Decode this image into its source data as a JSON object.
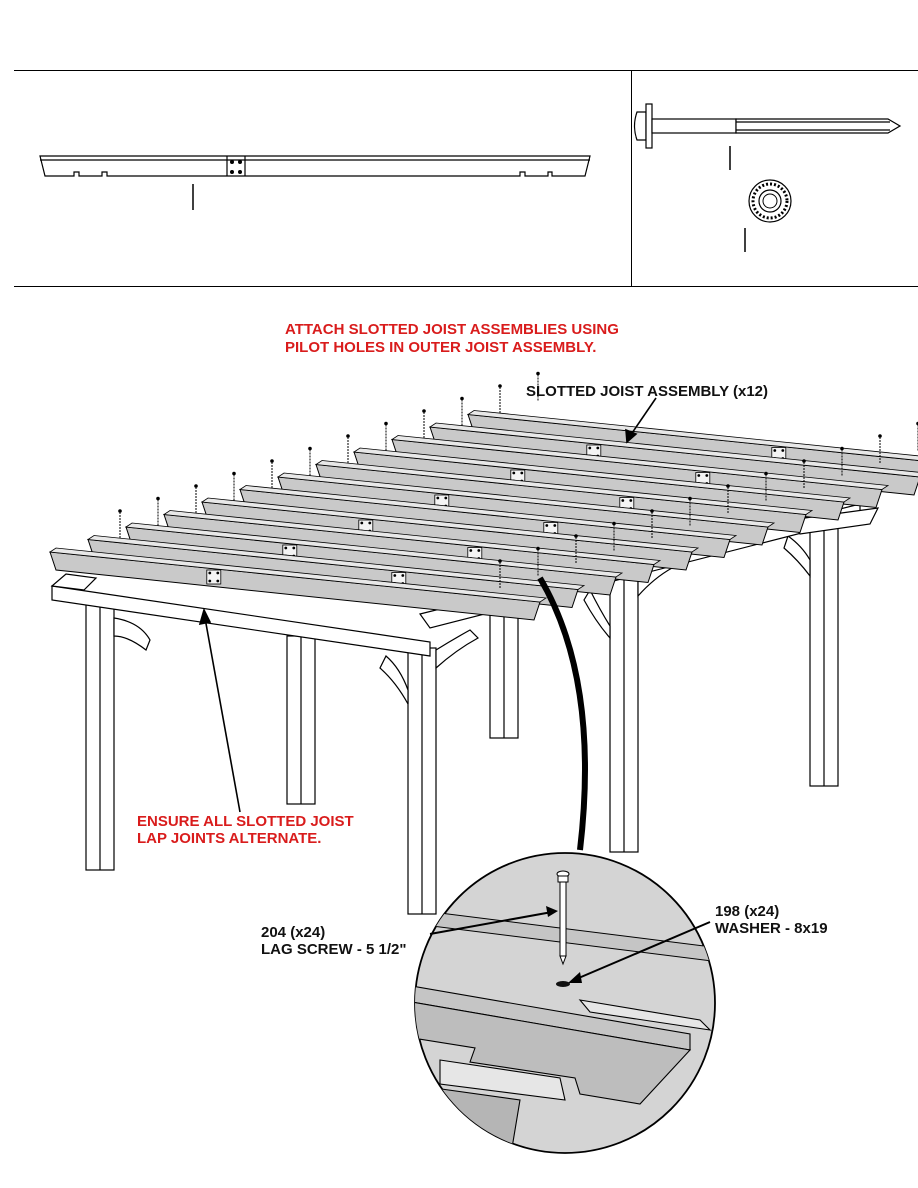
{
  "instructions": {
    "line1": "ATTACH SLOTTED JOIST ASSEMBLIES USING",
    "line2": "PILOT HOLES IN OUTER JOIST ASSEMBLY.",
    "color": "#d91c1c"
  },
  "callouts": {
    "slotted_joist": "SLOTTED JOIST ASSEMBLY (x12)",
    "ensure_line1": "ENSURE ALL SLOTTED JOIST",
    "ensure_line2": "LAP JOINTS ALTERNATE.",
    "lag_screw_qty": "204 (x24)",
    "lag_screw_name": "LAG SCREW - 5 1/2\"",
    "washer_qty": "198 (x24)",
    "washer_name": "WASHER - 8x19"
  },
  "colors": {
    "joist_fill": "#c9c9c9",
    "detail_fill": "#bfbfbf",
    "line": "#000000"
  }
}
